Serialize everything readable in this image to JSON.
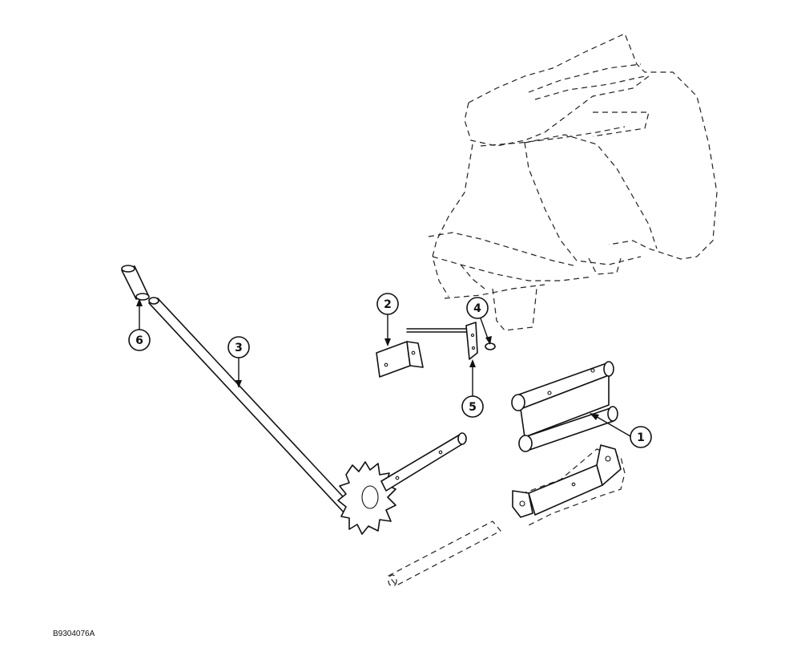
{
  "callouts": {
    "c1": "1",
    "c2": "2",
    "c3": "3",
    "c4": "4",
    "c5": "5",
    "c6": "6"
  },
  "figure_id": "B9304076A",
  "icons": {
    "callout_marker": "circle-numbered"
  },
  "colors": {
    "ink": "#111111",
    "background": "#ffffff"
  }
}
